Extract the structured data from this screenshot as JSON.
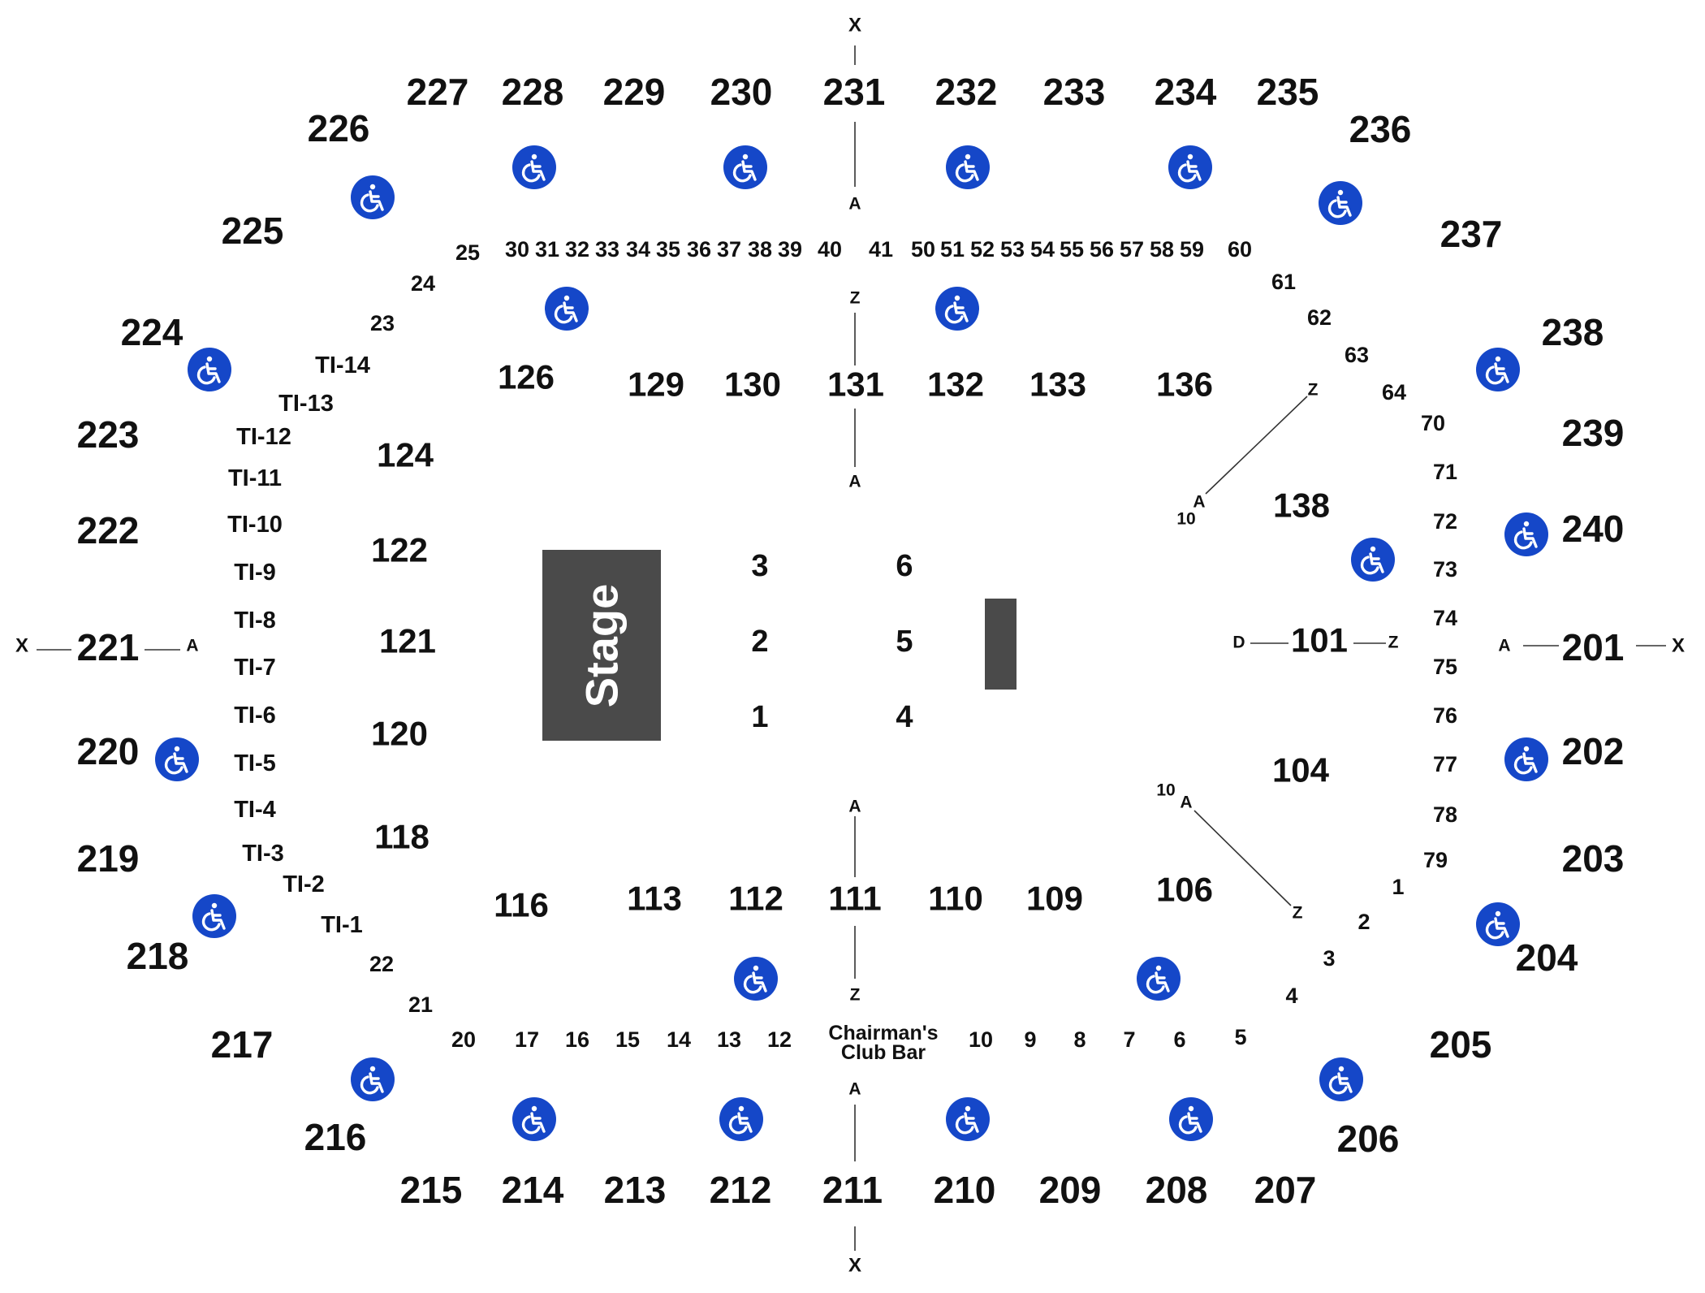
{
  "map": {
    "stage_label": "Stage",
    "club_bar_label_line1": "Chairman's",
    "club_bar_label_line2": "Club Bar",
    "accessible_icon": "wheelchair-accessible-icon",
    "colors": {
      "stage": "#4a4a4a",
      "accessible": "#1547c8",
      "text": "#111111",
      "line": "#333333"
    }
  },
  "upper_sections": [
    "201",
    "202",
    "203",
    "204",
    "205",
    "206",
    "207",
    "208",
    "209",
    "210",
    "211",
    "212",
    "213",
    "214",
    "215",
    "216",
    "217",
    "218",
    "219",
    "220",
    "221",
    "222",
    "223",
    "224",
    "225",
    "226",
    "227",
    "228",
    "229",
    "230",
    "231",
    "232",
    "233",
    "234",
    "235",
    "236",
    "237",
    "238",
    "239",
    "240"
  ],
  "lower_sections": [
    "101",
    "104",
    "106",
    "109",
    "110",
    "111",
    "112",
    "113",
    "116",
    "118",
    "120",
    "121",
    "122",
    "124",
    "126",
    "129",
    "130",
    "131",
    "132",
    "133",
    "136",
    "138"
  ],
  "floor_sections": [
    "1",
    "2",
    "3",
    "4",
    "5",
    "6"
  ],
  "rows_top": [
    "25",
    "30",
    "31",
    "32",
    "33",
    "34",
    "35",
    "36",
    "37",
    "38",
    "39",
    "40",
    "41",
    "50",
    "51",
    "52",
    "53",
    "54",
    "55",
    "56",
    "57",
    "58",
    "59",
    "60"
  ],
  "rows_upper_left": [
    "24",
    "23"
  ],
  "rows_upper_right": [
    "61",
    "62",
    "63",
    "64"
  ],
  "rows_right": [
    "70",
    "71",
    "72",
    "73",
    "74",
    "75",
    "76",
    "77",
    "78",
    "79"
  ],
  "rows_lower_right": [
    "1",
    "2",
    "3",
    "4"
  ],
  "rows_bottom": [
    "20",
    "17",
    "16",
    "15",
    "14",
    "13",
    "12",
    "10",
    "9",
    "8",
    "7",
    "6",
    "5"
  ],
  "rows_lower_left": [
    "22",
    "21"
  ],
  "table_rows": [
    "TI-14",
    "TI-13",
    "TI-12",
    "TI-11",
    "TI-10",
    "TI-9",
    "TI-8",
    "TI-7",
    "TI-6",
    "TI-5",
    "TI-4",
    "TI-3",
    "TI-2",
    "TI-1"
  ],
  "axis_markers": {
    "top_x": "X",
    "top_a": "A",
    "top_z": "Z",
    "mid_top_a": "A",
    "mid_bottom_a": "A",
    "mid_bottom_z": "Z",
    "bottom_a": "A",
    "bottom_x": "X",
    "left_x": "X",
    "left_a": "A",
    "right_a": "A",
    "right_x": "X",
    "d101_d": "D",
    "d101_z": "Z",
    "diag_top_z": "Z",
    "diag_top_a": "A",
    "diag_top_10": "10",
    "diag_bot_10": "10",
    "diag_bot_a": "A",
    "diag_bot_z": "Z"
  }
}
